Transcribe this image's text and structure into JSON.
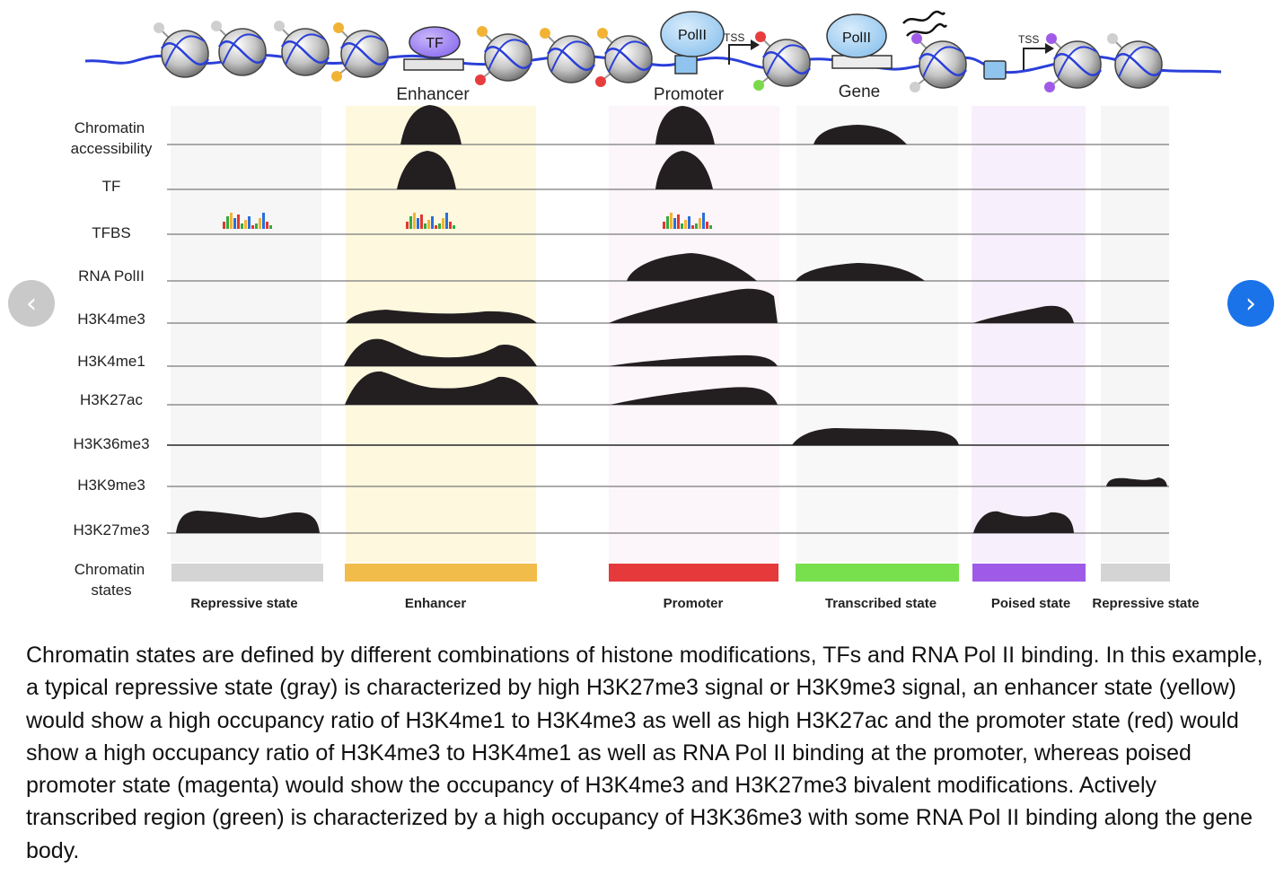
{
  "diagram": {
    "region_labels": [
      "Enhancer",
      "Promoter",
      "Gene"
    ],
    "element_labels": {
      "tf": "TF",
      "polii_promoter": "PolII",
      "polii_gene": "PolII",
      "tss_1": "TSS",
      "tss_2": "TSS"
    },
    "tracks": [
      {
        "id": "chromatin-accessibility",
        "label_lines": [
          "Chromatin",
          "accessibility"
        ]
      },
      {
        "id": "tf",
        "label_lines": [
          "TF"
        ]
      },
      {
        "id": "tfbs",
        "label_lines": [
          "TFBS"
        ]
      },
      {
        "id": "rna-polii",
        "label_lines": [
          "RNA PolII"
        ]
      },
      {
        "id": "h3k4me3",
        "label_lines": [
          "H3K4me3"
        ]
      },
      {
        "id": "h3k4me1",
        "label_lines": [
          "H3K4me1"
        ]
      },
      {
        "id": "h3k27ac",
        "label_lines": [
          "H3K27ac"
        ]
      },
      {
        "id": "h3k36me3",
        "label_lines": [
          "H3K36me3"
        ]
      },
      {
        "id": "h3k9me3",
        "label_lines": [
          "H3K9me3"
        ]
      },
      {
        "id": "h3k27me3",
        "label_lines": [
          "H3K27me3"
        ]
      }
    ],
    "states_label_lines": [
      "Chromatin",
      "states"
    ],
    "states": [
      {
        "id": "repressive-1",
        "label": "Repressive state",
        "color": "#d4d4d4",
        "bg": "#f6f6f6"
      },
      {
        "id": "enhancer",
        "label": "Enhancer",
        "color": "#f2bc4a",
        "bg": "#fdf8de"
      },
      {
        "id": "promoter",
        "label": "Promoter",
        "color": "#e5393b",
        "bg": "#fcf5f9"
      },
      {
        "id": "transcribed",
        "label": "Transcribed state",
        "color": "#79e04d",
        "bg": "#f8f8f8"
      },
      {
        "id": "poised",
        "label": "Poised state",
        "color": "#9f5be8",
        "bg": "#f7f0fc"
      },
      {
        "id": "repressive-2",
        "label": "Repressive state",
        "color": "#d4d4d4",
        "bg": "#f6f6f6"
      }
    ]
  },
  "nav": {
    "prev_glyph": "‹",
    "next_glyph": "›"
  },
  "caption": "Chromatin states are defined by different combinations of histone modifications, TFs and RNA Pol II binding. In this example, a typical repressive state (gray) is characterized by high H3K27me3 signal or H3K9me3 signal, an enhancer state (yellow) would show a high occupancy ratio of H3K4me1 to H3K4me3 as well as high H3K27ac and the promoter state (red) would show a high occupancy ratio of H3K4me3 to H3K4me1 as well as RNA Pol II binding at the promoter, whereas poised promoter state (magenta) would show the occupancy of H3K4me3 and H3K27me3 bivalent modifications. Actively transcribed region (green) is characterized by a high occupancy of H3K36me3 with some RNA Pol II binding along the gene body."
}
